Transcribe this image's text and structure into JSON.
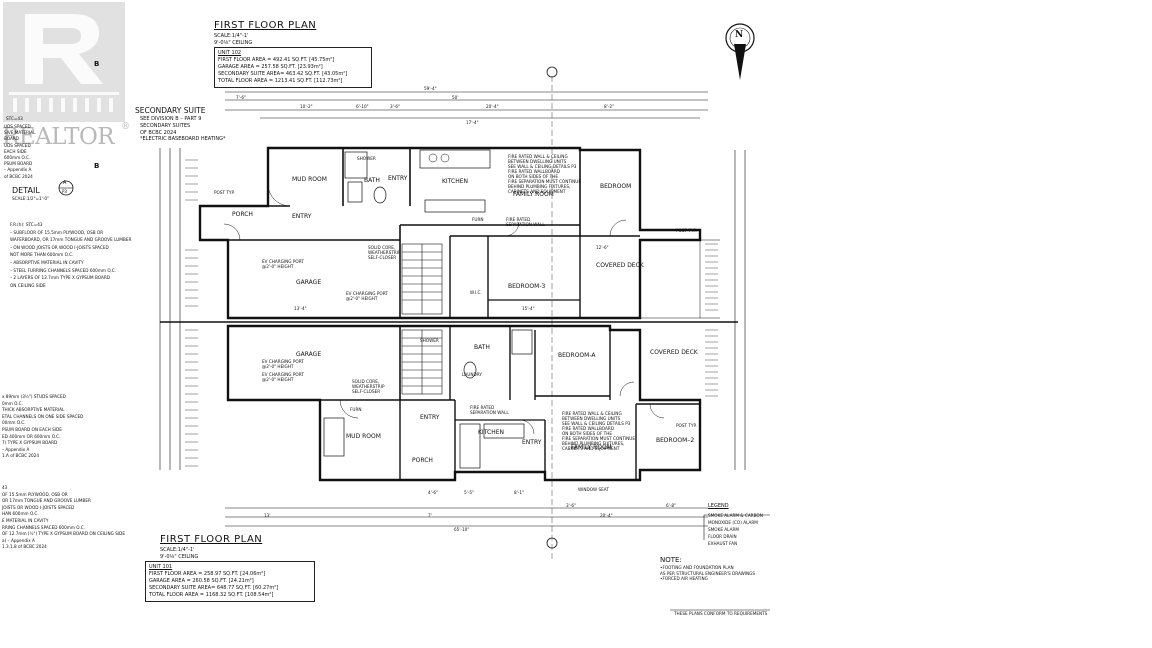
{
  "top_title": "FIRST FLOOR PLAN",
  "top_scale": "SCALE:1/4\"-1'",
  "top_ceiling": "9'-0⅛\" CEILING",
  "unit_top": {
    "label": "UNIT 102",
    "rows": [
      "FIRST FLOOR AREA = 492.41 SQ.FT. [45.75m²]",
      "GARAGE AREA = 257.58 SQ.FT. [23.93m²]",
      "SECONDARY SUITE AREA= 463.42 SQ.FT. [43.05m²]",
      "TOTAL FLOOR AREA = 1213.41 SQ.FT. [112.73m²]"
    ]
  },
  "bottom_title": "FIRST FLOOR PLAN",
  "bottom_scale": "SCALE:1/4\"-1'",
  "bottom_ceiling": "9'-0⅛\" CEILING",
  "unit_bottom": {
    "label": "UNIT 101",
    "rows": [
      "FIRST FLOOR AREA = 258.97 SQ.FT. [24.06m²]",
      "GARAGE AREA = 260.58 SQ.FT. [24.21m²]",
      "SECONDARY SUITE AREA= 648.77 SQ.FT. [60.27m²]",
      "TOTAL FLOOR AREA = 1168.32 SQ.FT. [108.54m²]"
    ]
  },
  "secondary_suite": {
    "title": "SECONDARY SUITE",
    "lines": [
      "SEE DIVISION B – PART 9",
      "SECONDARY SUITES",
      "OF BCBC 2024",
      "*ELECTRIC BASEBOARD HEATING*"
    ]
  },
  "detail": {
    "title": "DETAIL",
    "letter": "A",
    "sheet": "P3",
    "scale": "SCALE:1/2\"=1'-0\""
  },
  "left_notes_top": [
    "F.R.(h): STC=43",
    "– SUBFLOOR OF 15.5mm PLYWOOD, OSB OR",
    "WAFERBOARD, OR 17mm TONGUE AND GROOVE LUMBER",
    "– ON WOOD JOISTS OR WOOD I-JOISTS SPACED",
    "NOT MORE THAN 600mm O.C.",
    "– ABSORPTIVE MATERIAL IN CAVITY",
    "– STEEL FURRING CHANNELS SPACED 600mm O.C.",
    "– 2 LAYERS OF 12.7mm TYPE X GYPSUM BOARD",
    "ON CEILING SIDE"
  ],
  "left_notes_mid": [
    "x 89mm (3½\") STUDS SPACED",
    "0mm O.C.",
    "THICK ABSORPTIVE MATERIAL",
    "ETAL CHANNELS ON ONE SIDE SPACED",
    "00mm O.C.",
    "PSUM BOARD ON EACH SIDE",
    "ED 400mm OR 600mm O.C.",
    "7) TYPE X GYPSUM BOARD",
    "– Appendix A",
    "1.A of BCBC 2024"
  ],
  "left_notes_bottom": [
    "43",
    "OF 15.5mm PLYWOOD, OSB OR",
    "OR 17mm TONGUE AND GROOVE LUMBER",
    "JOISTS OR WOOD I-JOISTS SPACED",
    "HAN 600mm O.C.",
    "E MATERIAL IN CAVITY",
    "RRING CHANNELS SPACED 600mm O.C.",
    "OF 12.7mm (½\") TYPE X GYPSUM BOARD ON CEILING SIDE",
    "a) – Appendix A",
    "1.3.1.8 of BCBC 2024"
  ],
  "left_notes_upper": [
    "UDS SPACED",
    "SIVE MATERIAL",
    "BOARD",
    "UDS SPACED",
    "EACH SIDE",
    "600mm O.C.",
    "PSUM BOARD",
    "– Appendix A",
    "of BCBC 2024"
  ],
  "left_stc": "STC=43",
  "rooms_top": {
    "mud_room": "MUD ROOM",
    "bath": "BATH",
    "entry": "ENTRY",
    "kitchen": "KITCHEN",
    "family_room": "FAMILY ROOM",
    "bedroom": "BEDROOM",
    "porch": "PORCH",
    "entry2": "ENTRY",
    "garage": "GARAGE",
    "bedroom3": "BEDROOM-3",
    "wic": "W.I.C.",
    "covered_deck": "COVERED DECK",
    "shower": "SHOWER",
    "furn": "FURN"
  },
  "rooms_bottom": {
    "garage": "GARAGE",
    "bath": "BATH",
    "bedroom_a": "BEDROOM-A",
    "covered_deck": "COVERED DECK",
    "laundry": "LAUNDRY",
    "furn": "FURN",
    "mud_room": "MUD ROOM",
    "entry": "ENTRY",
    "kitchen": "KITCHEN",
    "entry2": "ENTRY",
    "family_room": "FAMILY ROOM",
    "bedroom2": "BEDROOM–2",
    "porch": "PORCH",
    "window_seat": "WINDOW SEAT",
    "shower": "SHOWER"
  },
  "ev_notes": [
    "EV CHARGING PORT",
    "@2'-0\" HEIGHT"
  ],
  "solid_core": [
    "SOLID CORE,",
    "WEATHERSTRIP",
    "SELF-CLOSER"
  ],
  "fire_notes": [
    "FIRE RATED WALL & CEILING",
    "BETWEEN DWELLING UNITS",
    "SEE WALL & CEILING DETAILS P3",
    "FIRE RATED WALLBOARD",
    "ON BOTH SIDES OF THE",
    "FIRE SEPARATION MUST CONTINUE",
    "BEHIND PLUMBING FIXTURES,",
    "CABINETS AND EQUIPMENT"
  ],
  "fire_sep": [
    "FIRE RATED",
    "SEPARATION WALL"
  ],
  "dims_top": [
    "59'-4\"",
    "50'",
    "7'-6\"",
    "10'-2\"",
    "6'-10\"",
    "3'-6\"",
    "20'-4\"",
    "8'-2\"",
    "17'-4\"",
    "12'-6\"",
    "15'-4\"",
    "13'-4\""
  ],
  "dims_bottom": [
    "65'-10\"",
    "13'",
    "7'",
    "8'-1\"",
    "20'-4\"",
    "6'-8\"",
    "3'-6\"",
    "5'-5\"",
    "4'-6\""
  ],
  "post_typ": "POST TYP.",
  "legend": {
    "title": "LEGEND",
    "items": [
      "SMOKE ALARM & CARBON MONOXIDE (CO) ALARM",
      "SMOKE ALARM",
      "FLOOR DRAIN",
      "EXHAUST FAN"
    ]
  },
  "note": {
    "title": "NOTE:",
    "lines": [
      "•FOOTING AND FOUNDATION PLAN",
      "AS PER STRUCTURAL ENGINEER'S DRAWINGS",
      "•FORCED AIR HEATING"
    ]
  },
  "footer": "THESE PLANS CONFORM TO REQUIREMENTS",
  "section_markers": [
    "B",
    "B"
  ],
  "compass_letter": "N",
  "realtor_word": "REALTOR",
  "colors": {
    "ink": "#111111",
    "paper": "#ffffff",
    "watermark": "#b9b9b9"
  }
}
